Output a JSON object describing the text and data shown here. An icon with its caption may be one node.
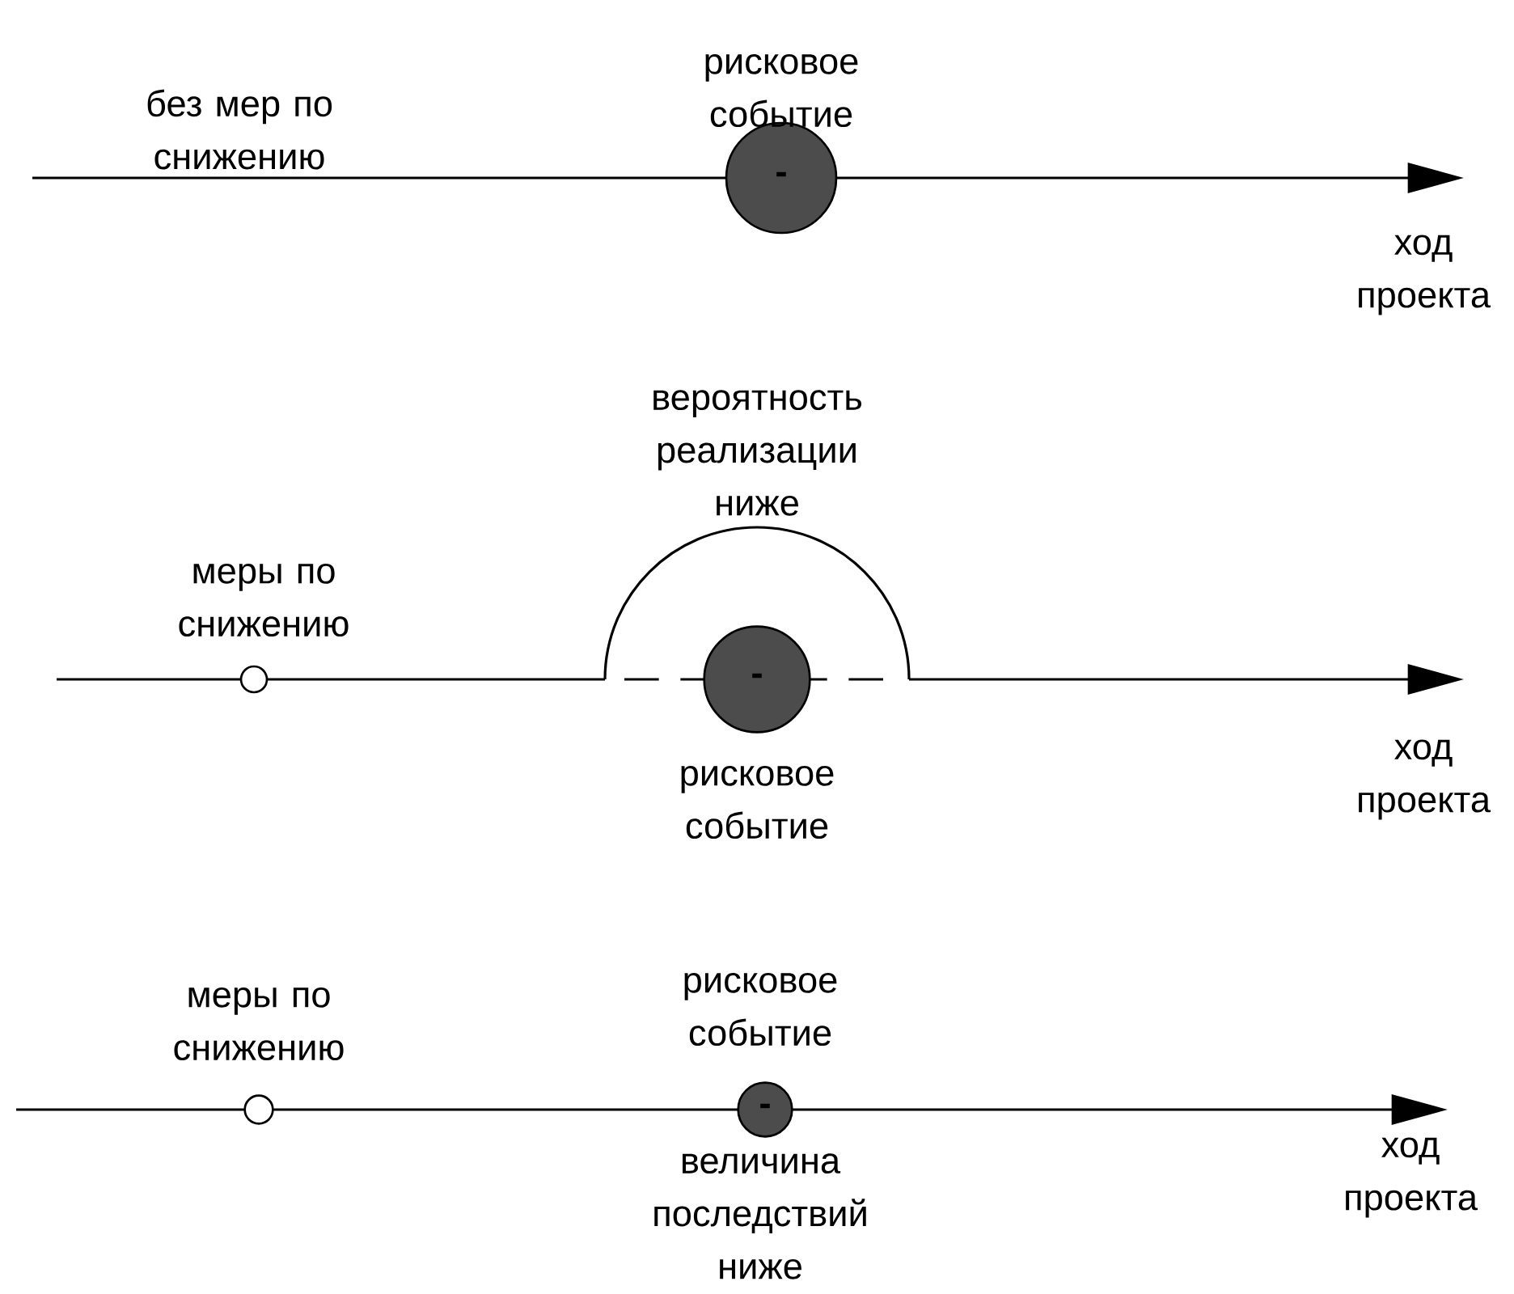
{
  "diagram": {
    "nodes": [
      {
        "text": [
          "-"
        ],
        "beside": [
          "рисковое событие"
        ]
      },
      {
        "text": [],
        "shape": "circle",
        "beside": [
          "меры по снижению"
        ]
      },
      {
        "text": [
          "-"
        ],
        "beside": [
          "рисковое событие"
        ]
      },
      {
        "text": [],
        "shape": "circle",
        "beside": [
          "меры по снижению"
        ]
      },
      {
        "text": [
          "-"
        ],
        "beside": [
          "рисковое событие",
          "величина последствий ниже"
        ]
      }
    ],
    "labels": [
      "без мер по снижению",
      "ход проекта",
      "вероятность реализации ниже",
      "ход проекта",
      "ход проекта"
    ]
  }
}
